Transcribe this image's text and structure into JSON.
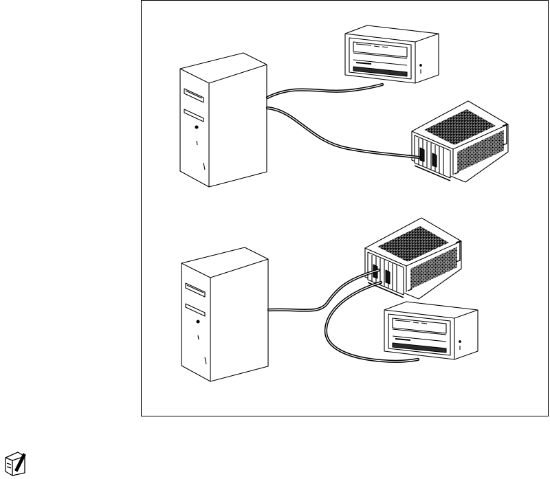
{
  "figure": {
    "labels": [],
    "colors": {
      "line": "#000000",
      "fill": "#ffffff",
      "shade": "#2b2b2b"
    },
    "icons": {
      "note": "note-pen-icon"
    },
    "groups": [
      {
        "name": "top-configuration",
        "host": "tower-pc",
        "devices": [
          "compact-chassis",
          "pxi-chassis"
        ]
      },
      {
        "name": "bottom-configuration",
        "host": "tower-pc",
        "devices": [
          "pxi-chassis",
          "compact-chassis"
        ]
      }
    ]
  }
}
